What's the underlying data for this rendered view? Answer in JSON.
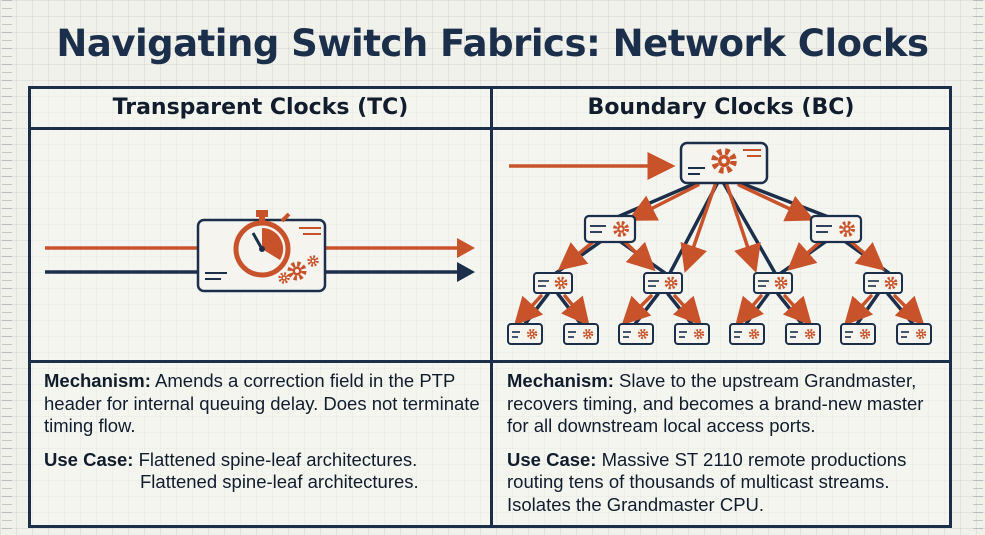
{
  "title": "Navigating Switch Fabrics: Network Clocks",
  "colors": {
    "navy": "#1b2f4b",
    "orange": "#c8532a",
    "card": "#f6f4ee"
  },
  "icons": [
    "stopwatch-icon",
    "gear-icon",
    "switch-icon"
  ],
  "transparent": {
    "header": "Transparent Clocks (TC)",
    "mechanism_label": "Mechanism:",
    "mechanism_text": " Amends a correction field in the PTP header for internal queuing delay. Does not terminate timing flow.",
    "usecase_label": "Use Case:",
    "usecase_text": " Flattened spine-leaf architectures.",
    "usecase_repeat": "Flattened spine-leaf architectures."
  },
  "boundary": {
    "header": "Boundary Clocks (BC)",
    "mechanism_label": "Mechanism:",
    "mechanism_text": " Slave to the upstream Grandmaster, recovers timing, and becomes a brand-new master for all downstream local access ports.",
    "usecase_label": "Use Case:",
    "usecase_text": " Massive ST 2110 remote productions routing tens of thousands of multicast streams. Isolates the Grandmaster CPU."
  }
}
